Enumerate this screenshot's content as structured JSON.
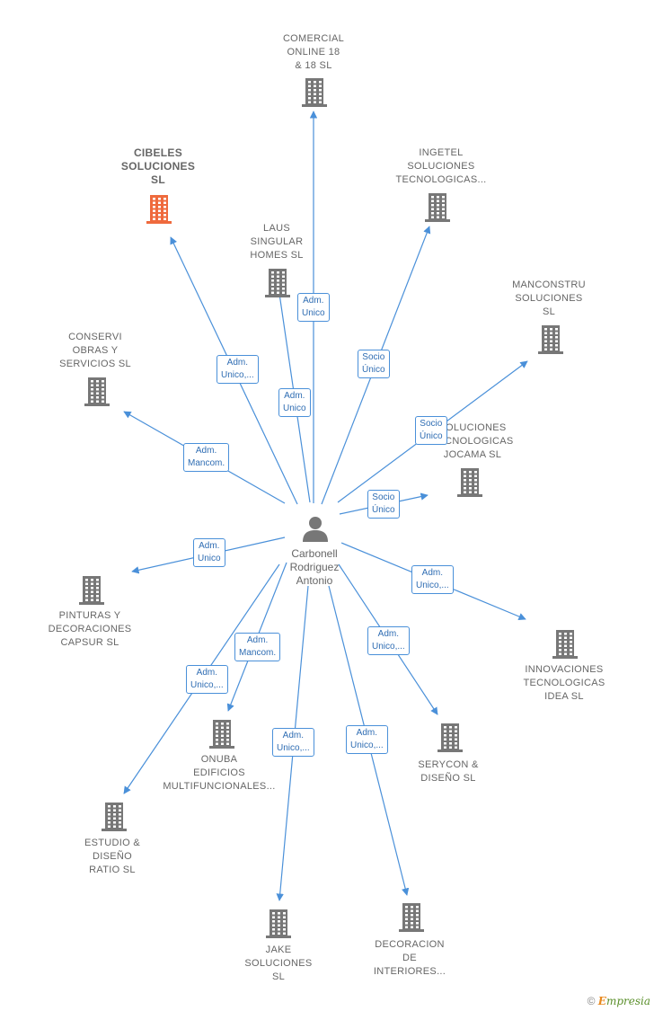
{
  "colors": {
    "edge": "#4a90d9",
    "building": "#777777",
    "building_focus": "#ef6a3d",
    "text": "#666666"
  },
  "center": {
    "name": "Carbonell\nRodriguez\nAntonio",
    "icon": "person-icon"
  },
  "nodes": [
    {
      "id": "comercial-online",
      "label": "COMERCIAL\nONLINE 18\n& 18 SL",
      "focus": false
    },
    {
      "id": "cibeles",
      "label": "CIBELES\nSOLUCIONES\nSL",
      "focus": true
    },
    {
      "id": "ingetel",
      "label": "INGETEL\nSOLUCIONES\nTECNOLOGICAS...",
      "focus": false
    },
    {
      "id": "laus",
      "label": "LAUS\nSINGULAR\nHOMES  SL",
      "focus": false
    },
    {
      "id": "manconstru",
      "label": "MANCONSTRU\nSOLUCIONES\nSL",
      "focus": false
    },
    {
      "id": "conservi",
      "label": "CONSERVI\nOBRAS Y\nSERVICIOS  SL",
      "focus": false
    },
    {
      "id": "jocama",
      "label": "SOLUCIONES\nTECNOLOGICAS\nJOCAMA  SL",
      "focus": false
    },
    {
      "id": "pinturas",
      "label": "PINTURAS Y\nDECORACIONES\nCAPSUR  SL",
      "focus": false
    },
    {
      "id": "innovaciones",
      "label": "INNOVACIONES\nTECNOLOGICAS\nIDEA  SL",
      "focus": false
    },
    {
      "id": "onuba",
      "label": "ONUBA\nEDIFICIOS\nMULTIFUNCIONALES...",
      "focus": false
    },
    {
      "id": "serycon",
      "label": "SERYCON &\nDISEÑO  SL",
      "focus": false
    },
    {
      "id": "estudio",
      "label": "ESTUDIO &\nDISEÑO\nRATIO  SL",
      "focus": false
    },
    {
      "id": "jake",
      "label": "JAKE\nSOLUCIONES\nSL",
      "focus": false
    },
    {
      "id": "decoracion",
      "label": "DECORACION\nDE\nINTERIORES...",
      "focus": false
    }
  ],
  "edges": [
    {
      "to": "comercial-online",
      "label": "Adm.\nUnico"
    },
    {
      "to": "cibeles",
      "label": "Adm.\nUnico,..."
    },
    {
      "to": "ingetel",
      "label": "Socio\nÚnico"
    },
    {
      "to": "laus",
      "label": "Adm.\nUnico"
    },
    {
      "to": "manconstru",
      "label": "Socio\nÚnico"
    },
    {
      "to": "conservi",
      "label": "Adm.\nMancom."
    },
    {
      "to": "jocama",
      "label": "Socio\nÚnico"
    },
    {
      "to": "pinturas",
      "label": "Adm.\nUnico"
    },
    {
      "to": "innovaciones",
      "label": "Adm.\nUnico,..."
    },
    {
      "to": "onuba",
      "label": "Adm.\nMancom."
    },
    {
      "to": "serycon",
      "label": "Adm.\nUnico,..."
    },
    {
      "to": "estudio",
      "label": "Adm.\nUnico,..."
    },
    {
      "to": "jake",
      "label": "Adm.\nUnico,..."
    },
    {
      "to": "decoracion",
      "label": "Adm.\nUnico,..."
    }
  ],
  "footer": {
    "copyright": "©",
    "brand_first": "E",
    "brand_rest": "mpresia"
  }
}
